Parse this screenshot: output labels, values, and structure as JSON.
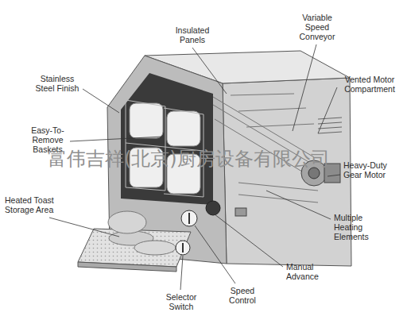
{
  "diagram": {
    "labels": [
      "Insulated Panels",
      "Variable Speed Conveyor",
      "Stainless Steel Finish",
      "Vented Motor Compartment",
      "Easy-To-Remove Baskets",
      "Heavy-Duty Gear Motor",
      "Heated Toast Storage Area",
      "Multiple Heating Elements",
      "Manual Advance",
      "Selector Switch",
      "Speed Control",
      "富伟吉祥(北京)厨房设备有限公司"
    ]
  }
}
